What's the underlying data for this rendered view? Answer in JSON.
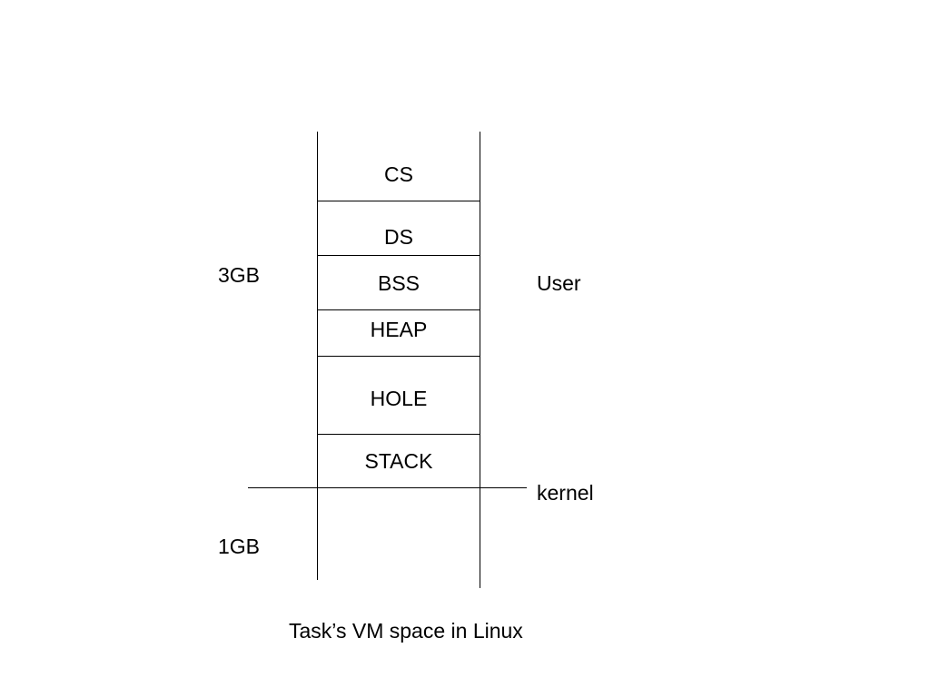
{
  "diagram": {
    "segments": [
      {
        "label": "CS"
      },
      {
        "label": "DS"
      },
      {
        "label": "BSS"
      },
      {
        "label": "HEAP"
      },
      {
        "label": "HOLE"
      },
      {
        "label": "STACK"
      }
    ],
    "left_labels": {
      "upper": "3GB",
      "lower": "1GB"
    },
    "right_labels": {
      "upper": "User",
      "lower": "kernel"
    },
    "caption": "Task’s VM space in Linux"
  }
}
